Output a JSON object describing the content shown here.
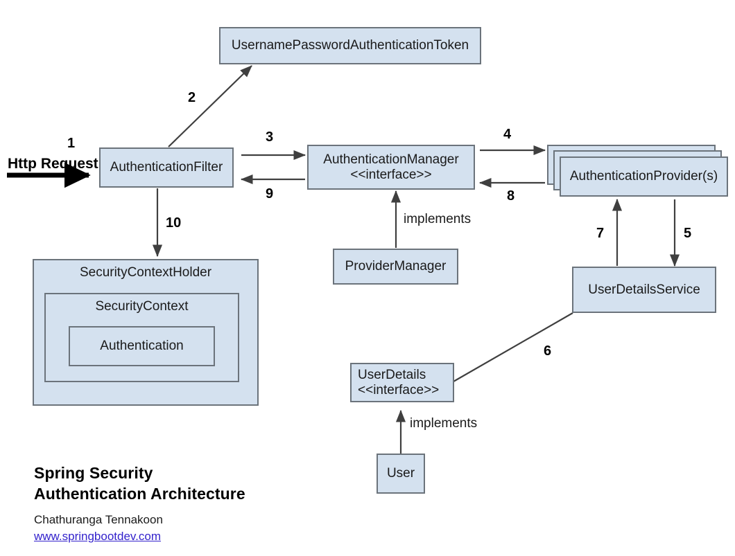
{
  "diagram": {
    "title_line1": "Spring Security",
    "title_line2": "Authentication Architecture",
    "author": "Chathuranga Tennakoon",
    "link": "www.springbootdev.com",
    "colors": {
      "box_fill": "#d4e1ef",
      "box_border": "#6b737b",
      "arrow": "#3f3f3f",
      "request_arrow": "#000000",
      "link": "#3322cc"
    }
  },
  "nodes": {
    "token": {
      "label": "UsernamePasswordAuthenticationToken"
    },
    "auth_filter": {
      "label": "AuthenticationFilter"
    },
    "auth_manager": {
      "line1": "AuthenticationManager",
      "line2": "<<interface>>"
    },
    "provider_manager": {
      "label": "ProviderManager"
    },
    "auth_provider": {
      "label": "AuthenticationProvider(s)"
    },
    "user_details_service": {
      "label": "UserDetailsService"
    },
    "user_details": {
      "line1": "UserDetails",
      "line2": "<<interface>>"
    },
    "user": {
      "label": "User"
    },
    "security_context_holder": {
      "label": "SecurityContextHolder"
    },
    "security_context": {
      "label": "SecurityContext"
    },
    "authentication": {
      "label": "Authentication"
    }
  },
  "edges": {
    "http_request": {
      "label": "Http Request",
      "number": "1"
    },
    "filter_to_token": {
      "number": "2"
    },
    "filter_to_manager": {
      "number": "3"
    },
    "manager_to_provider": {
      "number": "4"
    },
    "provider_to_uds": {
      "number": "5"
    },
    "uds_to_userdetails": {
      "number": "6"
    },
    "uds_to_provider": {
      "number": "7"
    },
    "provider_to_manager": {
      "number": "8"
    },
    "manager_to_filter": {
      "number": "9"
    },
    "filter_to_scholder": {
      "number": "10"
    },
    "provider_manager_implements": {
      "label": "implements"
    },
    "user_implements": {
      "label": "implements"
    }
  }
}
